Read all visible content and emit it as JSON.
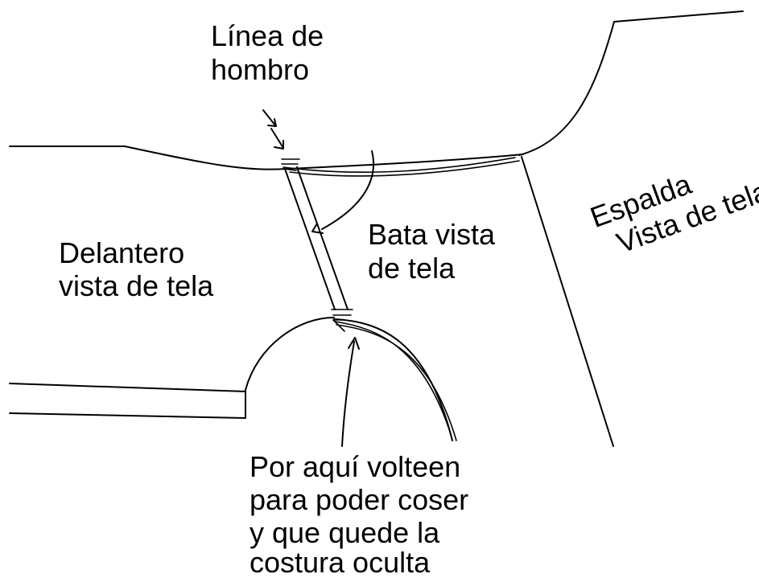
{
  "labels": {
    "shoulder_line": [
      "Línea de",
      "hombro"
    ],
    "front": [
      "Delantero",
      "vista de tela"
    ],
    "robe": [
      "Bata vista",
      "de tela"
    ],
    "back": [
      "Espalda",
      "Vista de tela"
    ],
    "note": [
      "Por aquí volteen",
      "para poder coser",
      "y que quede la",
      "costura oculta"
    ]
  },
  "colors": {
    "ink": "#000000",
    "background": "#ffffff"
  }
}
